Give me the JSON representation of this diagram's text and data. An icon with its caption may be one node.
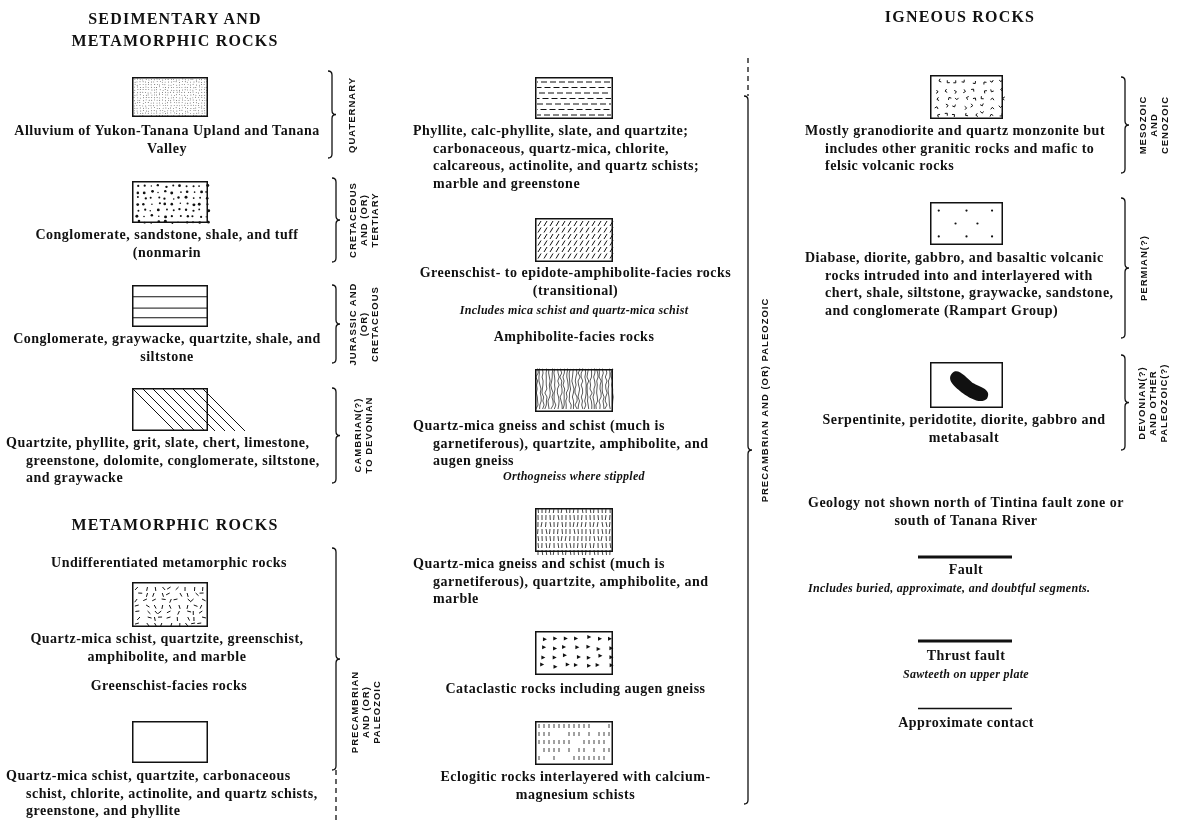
{
  "diagram": {
    "labels": [
      "SEDIMENTARY AND METAMORPHIC ROCKS",
      "IGNEOUS ROCKS",
      "QUATERNARY",
      "CRETACEOUS AND (OR) TERTIARY",
      "JURASSIC AND (OR) CRETACEOUS",
      "CAMBRIAN(?) TO DEVONIAN",
      "METAMORPHIC ROCKS",
      "Undifferentiated metamorphic rocks",
      "Greenschist-facies rocks",
      "PRECAMBRIAN AND (OR) PALEOZOIC",
      "Includes mica schist and quartz-mica schist",
      "Amphibolite-facies rocks",
      "Orthogneiss where stippled",
      "PRECAMBRIAN AND (OR) PALEOZOIC",
      "MESOZOIC AND CENOZOIC",
      "PERMIAN(?)",
      "DEVONIAN(?) AND OTHER PALEOZOIC(?)",
      "Geology not shown north of Tintina fault zone or south of Tanana River",
      "Includes buried, approximate, and doubtful segments.",
      "Sawteeth on upper plate"
    ],
    "legend": [
      {
        "text": "Alluvium of Yukon-Tanana Upland and Tanana Valley"
      },
      {
        "text": "Conglomerate, sandstone, shale, and tuff (nonmarin"
      },
      {
        "text": "Conglomerate, graywacke, quartzite, shale, and siltstone"
      },
      {
        "text": "Quartzite, phyllite, grit, slate, chert, limestone, greenstone, dolomite, conglomerate, siltstone, and graywacke"
      },
      {
        "text": "Quartz-mica schist, quartzite, greenschist, amphibolite, and marble"
      },
      {
        "text": "Quartz-mica schist, quartzite, carbonaceous schist, chlorite, actinolite, and quartz schists, greenstone, and phyllite"
      },
      {
        "text": "Phyllite, calc-phyllite, slate, and quartzite; carbonaceous, quartz-mica, chlorite, calcareous, actinolite, and quartz schists; marble and greenstone"
      },
      {
        "text": "Greenschist- to epidote-amphibolite-facies rocks (transitional)"
      },
      {
        "text": "Quartz-mica gneiss and schist (much is garnetiferous), quartzite, amphibolite, and augen gneiss"
      },
      {
        "text": "Quartz-mica gneiss and schist (much is garnetiferous), quartzite, amphibolite, and marble"
      },
      {
        "text": "Cataclastic rocks including augen gneiss"
      },
      {
        "text": "Eclogitic rocks interlayered with calcium-magnesium schists"
      },
      {
        "text": "Mostly granodiorite and quartz monzonite but includes other granitic rocks and mafic to felsic volcanic rocks"
      },
      {
        "text": "Diabase, diorite, gabbro, and basaltic volcanic rocks intruded into and interlayered with chert, shale, siltstone, graywacke, sandstone, and conglomerate (Rampart Group)"
      },
      {
        "text": "Serpentinite, peridotite, diorite, gabbro and metabasalt"
      },
      {
        "text": "Fault"
      },
      {
        "text": "Thrust fault"
      },
      {
        "text": "Approximate contact"
      }
    ]
  }
}
